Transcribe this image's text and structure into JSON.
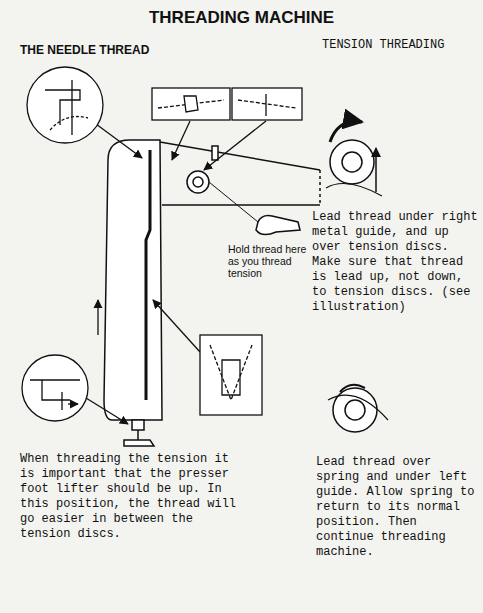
{
  "diagram": {
    "title": "THREADING MACHINE",
    "labels": [
      "THE NEEDLE THREAD",
      "TENSION THREADING",
      "Hold thread here as you thread tension",
      "Lead thread under right metal guide, and up over tension discs. Make sure that thread is lead up, not down, to tension discs. (see illustration)",
      "When threading the tension it is important that the presser foot lifter should be up. In this position, the thread will go easier in between the tension discs.",
      "Lead thread over spring and under left guide. Allow spring to return to its normal position. Then continue threading machine."
    ]
  }
}
